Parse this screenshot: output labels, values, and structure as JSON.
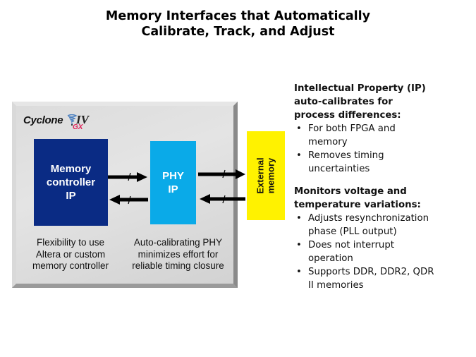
{
  "title": {
    "line1": "Memory Interfaces that Automatically",
    "line2": "Calibrate, Track, and Adjust"
  },
  "diagram": {
    "logo": {
      "brand": "Cyclone",
      "family": "IV",
      "variant": "GX",
      "icon": "tornado-swirl-icon",
      "variant_color": "#e0235a"
    },
    "blocks": {
      "memory_controller": {
        "lines": [
          "Memory",
          "controller",
          "IP"
        ],
        "color": "#0a2b84"
      },
      "phy": {
        "lines": [
          "PHY",
          "IP"
        ],
        "color": "#0aaae8"
      },
      "external_memory": {
        "lines": [
          "External",
          "memory"
        ],
        "color": "#fff200"
      }
    },
    "captions": {
      "memory_controller": [
        "Flexibility to use",
        "Altera or custom",
        "memory controller"
      ],
      "phy": [
        "Auto-calibrating PHY",
        "minimizes effort for",
        "reliable timing closure"
      ]
    },
    "connections": [
      {
        "from": "memory_controller",
        "to": "phy",
        "type": "bus",
        "icon": "arrow-right-icon"
      },
      {
        "from": "phy",
        "to": "memory_controller",
        "type": "bus",
        "icon": "arrow-left-icon"
      },
      {
        "from": "phy",
        "to": "external_memory",
        "type": "bus",
        "icon": "arrow-right-icon"
      },
      {
        "from": "external_memory",
        "to": "phy",
        "type": "bus",
        "icon": "arrow-left-icon"
      }
    ]
  },
  "sections": [
    {
      "heading": [
        "Intellectual  Property (IP)",
        "auto-calibrates  for",
        "process differences:"
      ],
      "bullets": [
        [
          "For both FPGA and",
          "memory"
        ],
        [
          "Removes timing",
          "uncertainties"
        ]
      ]
    },
    {
      "heading": [
        "Monitors  voltage  and",
        "temperature  variations:"
      ],
      "bullets": [
        [
          "Adjusts resynchronization",
          "phase (PLL output)"
        ],
        [
          "Does not interrupt",
          "operation"
        ],
        [
          "Supports DDR, DDR2, QDR",
          "II memories"
        ]
      ]
    }
  ],
  "bullet_glyph": "•"
}
